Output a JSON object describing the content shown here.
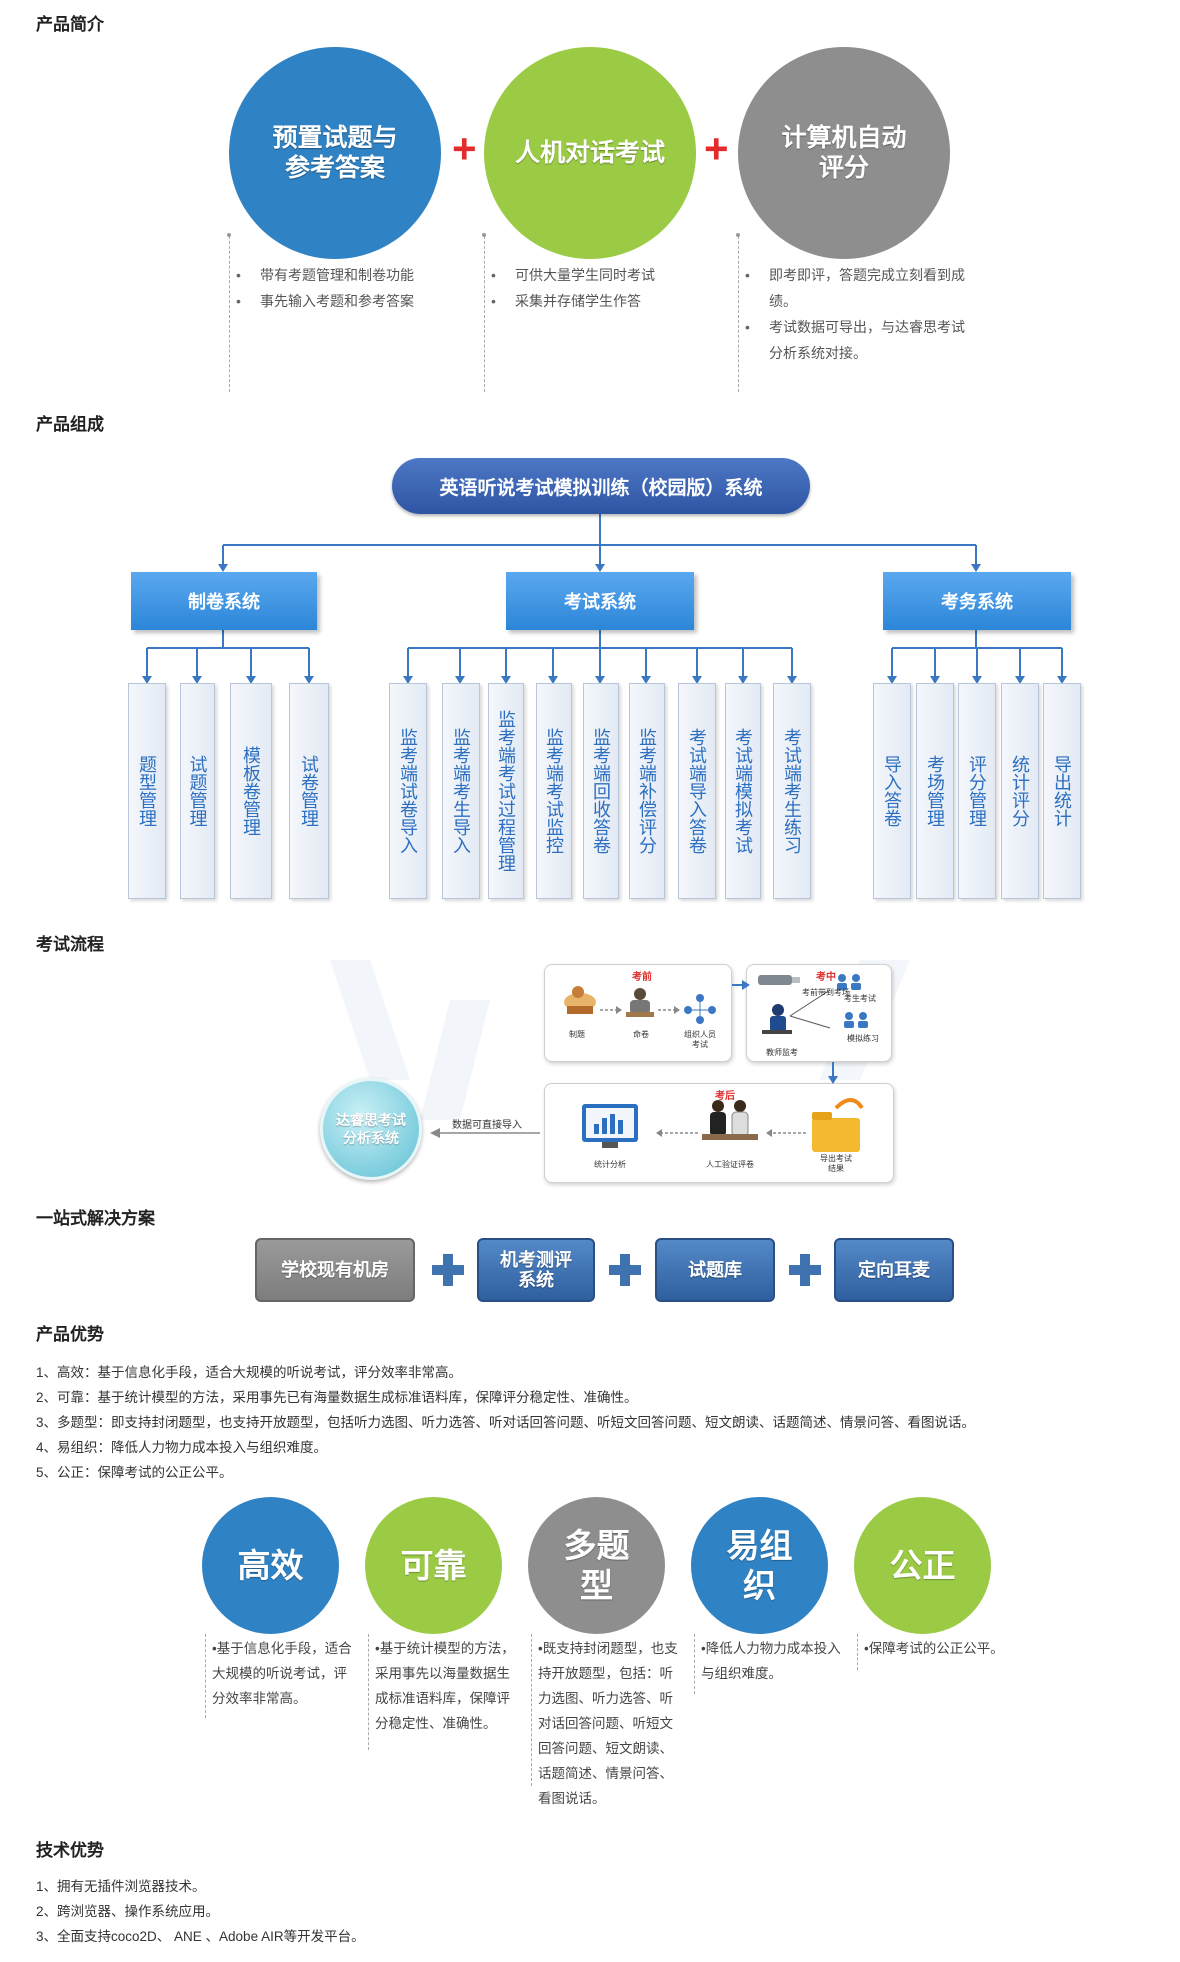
{
  "sections": {
    "intro": "产品简介",
    "composition": "产品组成",
    "flow": "考试流程",
    "solution": "一站式解决方案",
    "advantages": "产品优势",
    "tech": "技术优势"
  },
  "intro": {
    "circles": [
      {
        "label": "预置试题与\n参考答案",
        "color": "#2f82c3",
        "bullets": [
          "带有考题管理和制卷功能",
          "事先输入考题和参考答案"
        ]
      },
      {
        "label": "人机对话考试",
        "color": "#9bcb45",
        "bullets": [
          "可供大量学生同时考试",
          "采集并存储学生作答"
        ]
      },
      {
        "label": "计算机自动\n评分",
        "color": "#8e8e8e",
        "bullets": [
          "即考即评，答题完成立刻看到成绩。",
          "考试数据可导出，与达睿思考试分析系统对接。"
        ]
      }
    ],
    "bullet_lines": [
      [
        "带有考题管理和制卷功能",
        "事先输入考题和参考答案"
      ],
      [
        "可供大量学生同时考试",
        "采集并存储学生作答"
      ],
      [
        "即考即评，答题完成立刻看到成",
        "绩。",
        "考试数据可导出，与达睿思考试",
        "分析系统对接。"
      ]
    ],
    "plus": "+"
  },
  "org": {
    "root": "英语听说考试模拟训练（校园版）系统",
    "groups": [
      {
        "name": "制卷系统",
        "leaves": [
          "题型管理",
          "试题管理",
          "模板卷管理",
          "试卷管理"
        ]
      },
      {
        "name": "考试系统",
        "leaves": [
          "监考端试卷导入",
          "监考端考生导入",
          "监考端考试过程管理",
          "监考端考试监控",
          "监考端回收答卷",
          "监考端补偿评分",
          "考试端导入答卷",
          "考试端模拟考试",
          "考试端考生练习"
        ]
      },
      {
        "name": "考务系统",
        "leaves": [
          "导入答卷",
          "考场管理",
          "评分管理",
          "统计评分",
          "导出统计"
        ]
      }
    ]
  },
  "flow": {
    "before": "考前",
    "during": "考中",
    "after": "考后",
    "labels": {
      "make": "制题",
      "paper": "命卷",
      "organize": "组织人员\n考试",
      "usb": "考前带到考场",
      "student": "考生考试",
      "teacher": "教师监考",
      "practice": "模拟练习",
      "export": "导出考试\n结果",
      "review": "人工验证评卷",
      "stats": "统计分析"
    },
    "import_note": "数据可直接导入",
    "circle": "达睿思考试\n分析系统"
  },
  "solution": {
    "items": [
      "学校现有机房",
      "机考测评\n系统",
      "试题库",
      "定向耳麦"
    ],
    "colors": [
      "#8c8c8c",
      "#3f73b0",
      "#3f73b0",
      "#3f73b0"
    ]
  },
  "advantages": {
    "lines": [
      "1、高效：基于信息化手段，适合大规模的听说考试，评分效率非常高。",
      "2、可靠：基于统计模型的方法，采用事先已有海量数据生成标准语料库，保障评分稳定性、准确性。",
      "3、多题型：即支持封闭题型，也支持开放题型，包括听力选图、听力选答、听对话回答问题、听短文回答问题、短文朗读、话题简述、情景问答、看图说话。",
      "4、易组织：降低人力物力成本投入与组织难度。",
      "5、公正：保障考试的公正公平。"
    ],
    "circles": [
      {
        "label": "高效",
        "color": "#2f82c3",
        "text": "•基于信息化手段，适合大规模的听说考试，评分效率非常高。"
      },
      {
        "label": "可靠",
        "color": "#9bcb45",
        "text": "•基于统计模型的方法，采用事先以海量数据生成标准语料库，保障评分稳定性、准确性。"
      },
      {
        "label": "多题\n型",
        "color": "#8e8e8e",
        "text": "•既支持封闭题型，也支持开放题型，包括：听力选图、听力选答、听对话回答问题、听短文回答问题、短文朗读、话题简述、情景问答、看图说话。"
      },
      {
        "label": "易组\n织",
        "color": "#2f82c3",
        "text": "•降低人力物力成本投入与组织难度。"
      },
      {
        "label": "公正",
        "color": "#9bcb45",
        "text": "•保障考试的公正公平。"
      }
    ]
  },
  "tech": {
    "lines": [
      "1、拥有无插件浏览器技术。",
      "2、跨浏览器、操作系统应用。",
      "3、全面支持coco2D、 ANE 、Adobe AIR等开发平台。"
    ]
  }
}
